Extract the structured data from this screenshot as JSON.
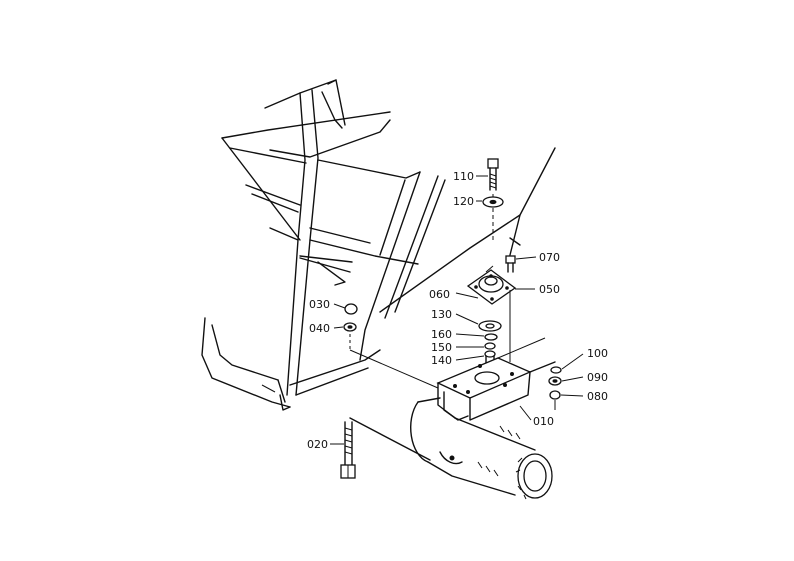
{
  "callouts": [
    {
      "id": "c110",
      "label": "110"
    },
    {
      "id": "c120",
      "label": "120"
    },
    {
      "id": "c070",
      "label": "070"
    },
    {
      "id": "c050",
      "label": "050"
    },
    {
      "id": "c060a",
      "label": "060"
    },
    {
      "id": "c130",
      "label": "130"
    },
    {
      "id": "c160",
      "label": "160"
    },
    {
      "id": "c150",
      "label": "150"
    },
    {
      "id": "c140",
      "label": "140"
    },
    {
      "id": "c030",
      "label": "030"
    },
    {
      "id": "c040",
      "label": "040"
    },
    {
      "id": "c100",
      "label": "100"
    },
    {
      "id": "c090",
      "label": "090"
    },
    {
      "id": "c080",
      "label": "080"
    },
    {
      "id": "c010",
      "label": "010"
    },
    {
      "id": "c020",
      "label": "020"
    }
  ]
}
